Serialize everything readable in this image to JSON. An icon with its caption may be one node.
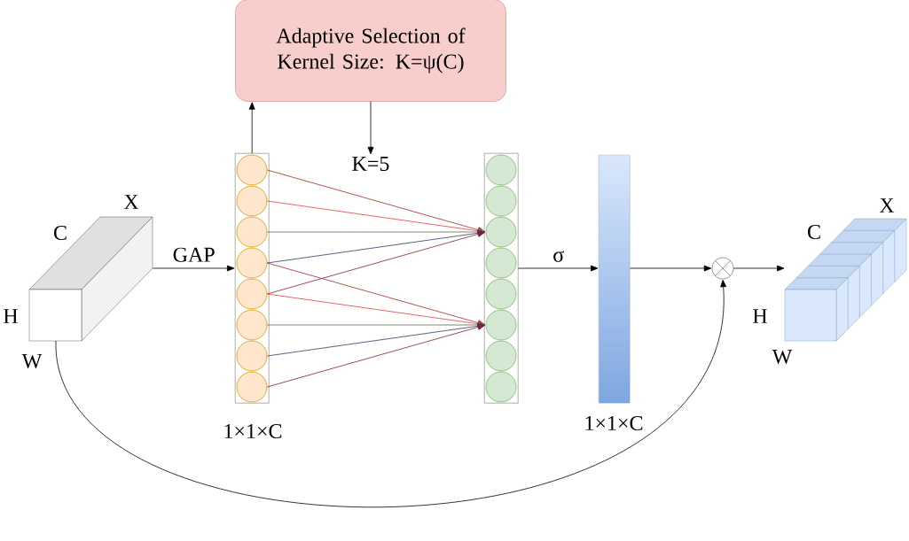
{
  "diagram": {
    "nodes": [
      {
        "text": [
          "Adaptive Selection of Kernel Size: K=ψ(C)"
        ]
      },
      {
        "text": [],
        "shape": "cube",
        "beside": [
          "X",
          "C",
          "H",
          "W"
        ]
      },
      {
        "text": [],
        "shape": "bar",
        "beside": [
          "1×1×C"
        ]
      },
      {
        "text": [],
        "shape": "circle",
        "in": 2
      },
      {
        "text": [],
        "shape": "circle",
        "in": 2
      },
      {
        "text": [],
        "shape": "circle",
        "in": 2
      },
      {
        "text": [],
        "shape": "circle",
        "in": 2
      },
      {
        "text": [],
        "shape": "circle",
        "in": 2
      },
      {
        "text": [],
        "shape": "circle",
        "in": 2
      },
      {
        "text": [],
        "shape": "circle",
        "in": 2
      },
      {
        "text": [],
        "shape": "circle",
        "in": 2
      },
      {
        "text": [],
        "shape": "bar"
      },
      {
        "text": [],
        "shape": "circle",
        "in": 11
      },
      {
        "text": [],
        "shape": "circle",
        "in": 11
      },
      {
        "text": [],
        "shape": "circle",
        "in": 11
      },
      {
        "text": [],
        "shape": "circle",
        "in": 11
      },
      {
        "text": [],
        "shape": "circle",
        "in": 11
      },
      {
        "text": [],
        "shape": "circle",
        "in": 11
      },
      {
        "text": [],
        "shape": "circle",
        "in": 11
      },
      {
        "text": [],
        "shape": "circle",
        "in": 11
      },
      {
        "text": [],
        "shape": "bar",
        "beside": [
          "1×1×C"
        ]
      },
      {
        "text": [],
        "shape": "circle"
      },
      {
        "text": [],
        "shape": "cube",
        "beside": [
          "X",
          "C",
          "H",
          "W"
        ]
      },
      {
        "text": [
          "K=5"
        ]
      }
    ],
    "edges": [
      {
        "from": 1,
        "to": 2,
        "arrow": "to",
        "label": "GAP"
      },
      {
        "from": 2,
        "to": 0,
        "arrow": "to"
      },
      {
        "from": 0,
        "to": 23,
        "arrow": "to"
      },
      {
        "from": 3,
        "to": 14,
        "arrow": "to",
        "color": "#a52a2a"
      },
      {
        "from": 4,
        "to": 14,
        "arrow": "to",
        "color": "#e04040"
      },
      {
        "from": 5,
        "to": 14,
        "arrow": "to",
        "color": "#556b55"
      },
      {
        "from": 6,
        "to": 14,
        "arrow": "to",
        "color": "#2c3e60"
      },
      {
        "from": 7,
        "to": 14,
        "arrow": "to",
        "color": "#7a1f3d"
      },
      {
        "from": 6,
        "to": 17,
        "arrow": "to",
        "color": "#a52a2a"
      },
      {
        "from": 7,
        "to": 17,
        "arrow": "to",
        "color": "#e04040"
      },
      {
        "from": 8,
        "to": 17,
        "arrow": "to",
        "color": "#556b55"
      },
      {
        "from": 9,
        "to": 17,
        "arrow": "to",
        "color": "#2c3e60"
      },
      {
        "from": 10,
        "to": 17,
        "arrow": "to",
        "color": "#7a1f3d"
      },
      {
        "from": 11,
        "to": 20,
        "arrow": "to",
        "label": "σ"
      },
      {
        "from": 20,
        "to": 21,
        "arrow": "to"
      },
      {
        "from": 21,
        "to": 22,
        "arrow": "to"
      },
      {
        "from": 1,
        "to": 21,
        "arrow": "to"
      }
    ]
  }
}
